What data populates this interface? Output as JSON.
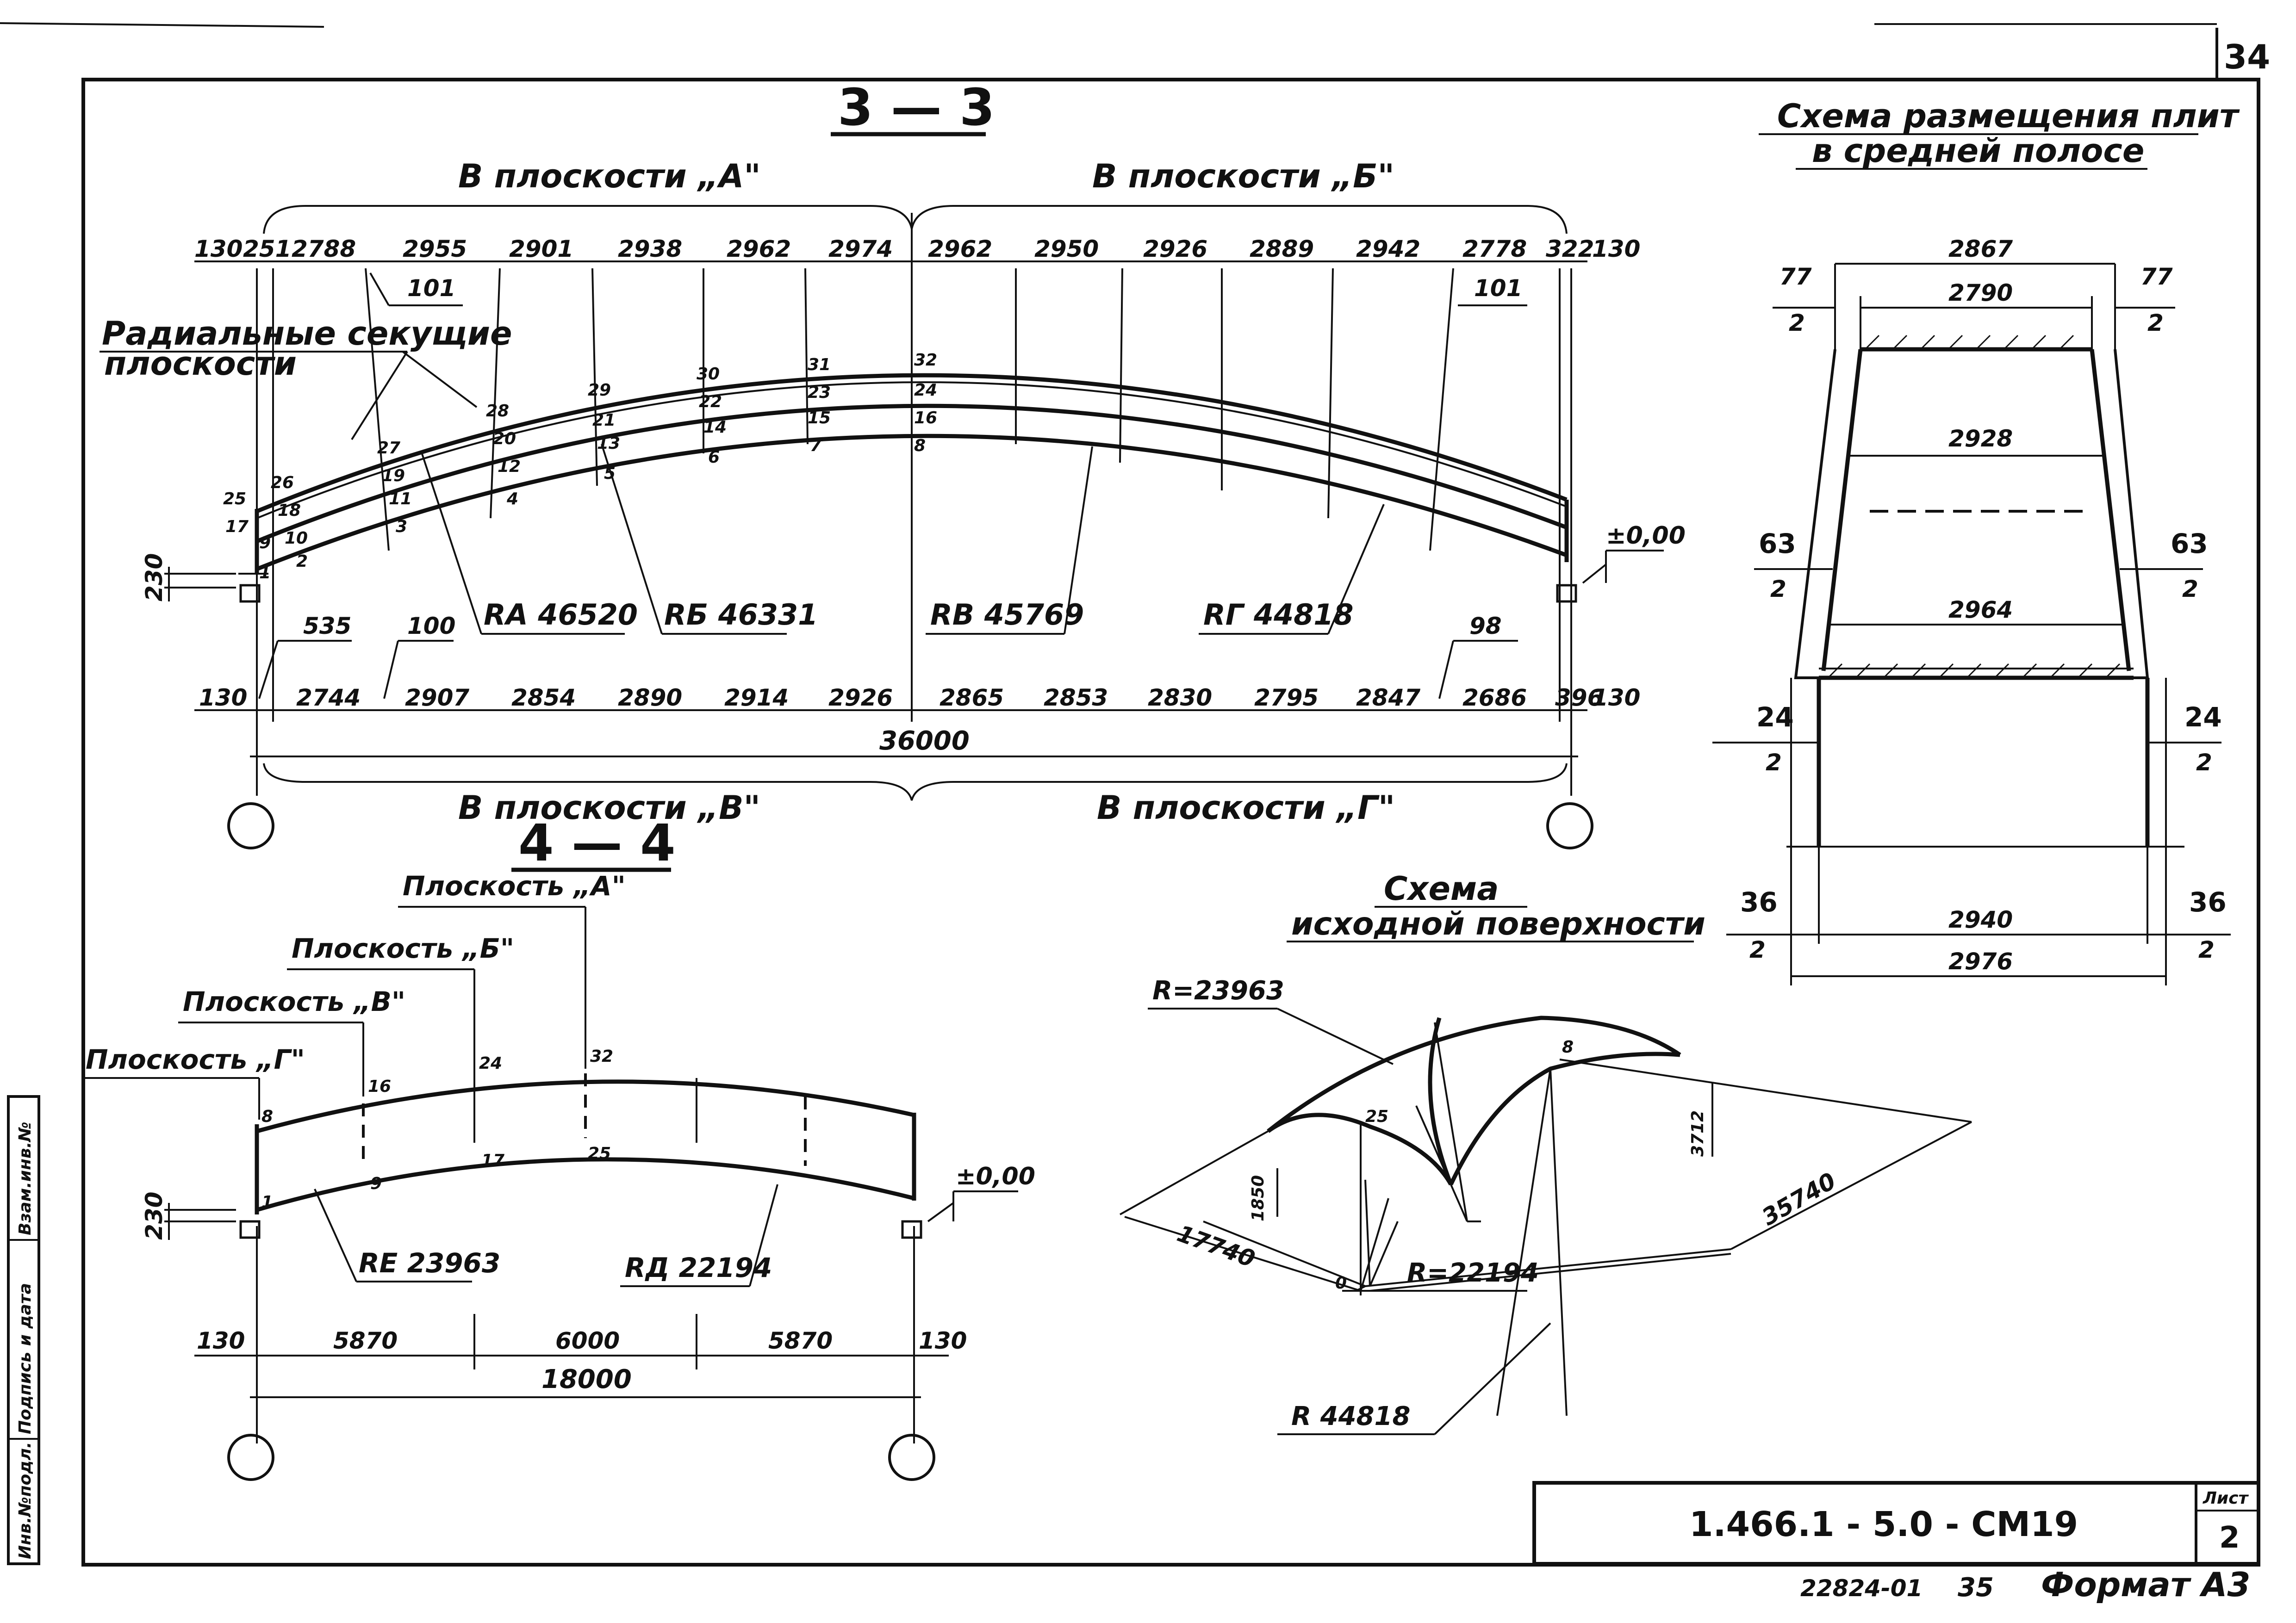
{
  "sheet": {
    "page_number": "34",
    "code": "1.466.1 - 5.0 - СМ19",
    "sheet_label": "Лист",
    "sheet_number": "2",
    "inventory_no": "22824-01",
    "stamp_no": "35",
    "format": "Формат А3",
    "side_stamp": [
      "Инв.№подл.",
      "Подпись и дата",
      "Взам.инв.№"
    ]
  },
  "section33": {
    "title": "3 — 3",
    "plane_a": "В плоскости „А\"",
    "plane_b": "В плоскости „Б\"",
    "plane_v": "В плоскости „В\"",
    "plane_g": "В плоскости „Г\"",
    "radial_label_1": "Радиальные секущие",
    "radial_label_2": "плоскости",
    "top_dims": [
      "130",
      "251",
      "2788",
      "2955",
      "2901",
      "2938",
      "2962",
      "2974",
      "2962",
      "2950",
      "2926",
      "2889",
      "2942",
      "2778",
      "322",
      "130"
    ],
    "bottom_dims": [
      "130",
      "2744",
      "2907",
      "2854",
      "2890",
      "2914",
      "2926",
      "2865",
      "2853",
      "2830",
      "2795",
      "2847",
      "2686",
      "396",
      "130"
    ],
    "dim_101_left": "101",
    "dim_101_right": "101",
    "dim_535": "535",
    "dim_100": "100",
    "dim_98": "98",
    "dim_230": "230",
    "total": "36000",
    "level": "±0,00",
    "radius_a": "RА 46520",
    "radius_b": "RБ 46331",
    "radius_v": "RВ 45769",
    "radius_g": "RГ 44818",
    "node_numbers": [
      "25",
      "17",
      "9",
      "1",
      "26",
      "18",
      "10",
      "2",
      "27",
      "19",
      "11",
      "3",
      "28",
      "20",
      "12",
      "4",
      "29",
      "21",
      "13",
      "5",
      "30",
      "22",
      "14",
      "6",
      "31",
      "23",
      "15",
      "7",
      "32",
      "24",
      "16",
      "8"
    ]
  },
  "section44": {
    "title": "4 — 4",
    "plane_a": "Плоскость „А\"",
    "plane_b": "Плоскость „Б\"",
    "plane_v": "Плоскость „В\"",
    "plane_g": "Плоскость „Г\"",
    "nodes": [
      "8",
      "1",
      "16",
      "9",
      "24",
      "17",
      "32",
      "25"
    ],
    "radius_e": "RЕ 23963",
    "radius_d": "RД 22194",
    "dims": [
      "130",
      "5870",
      "6000",
      "5870",
      "130"
    ],
    "total": "18000",
    "dim_230": "230",
    "level": "±0,00"
  },
  "scheme_slabs": {
    "title_1": "Схема размещения плит",
    "title_2": "в средней полосе",
    "w_top": "2867",
    "w_2790": "2790",
    "w_2928": "2928",
    "w_2964": "2964",
    "w_2940": "2940",
    "w_2976": "2976",
    "gap_77": "77",
    "gap_63": "63",
    "gap_24": "24",
    "gap_36": "36",
    "half": "2"
  },
  "scheme_surface": {
    "title_1": "Схема",
    "title_2": "исходной поверхности",
    "r_23963": "R=23963",
    "r_22194": "R=22194",
    "r_44818": "R 44818",
    "dim_17740": "17740",
    "dim_35740": "35740",
    "dim_1850": "1850",
    "dim_3712": "3712",
    "node_8": "8",
    "node_25": "25",
    "node_0": "0"
  }
}
